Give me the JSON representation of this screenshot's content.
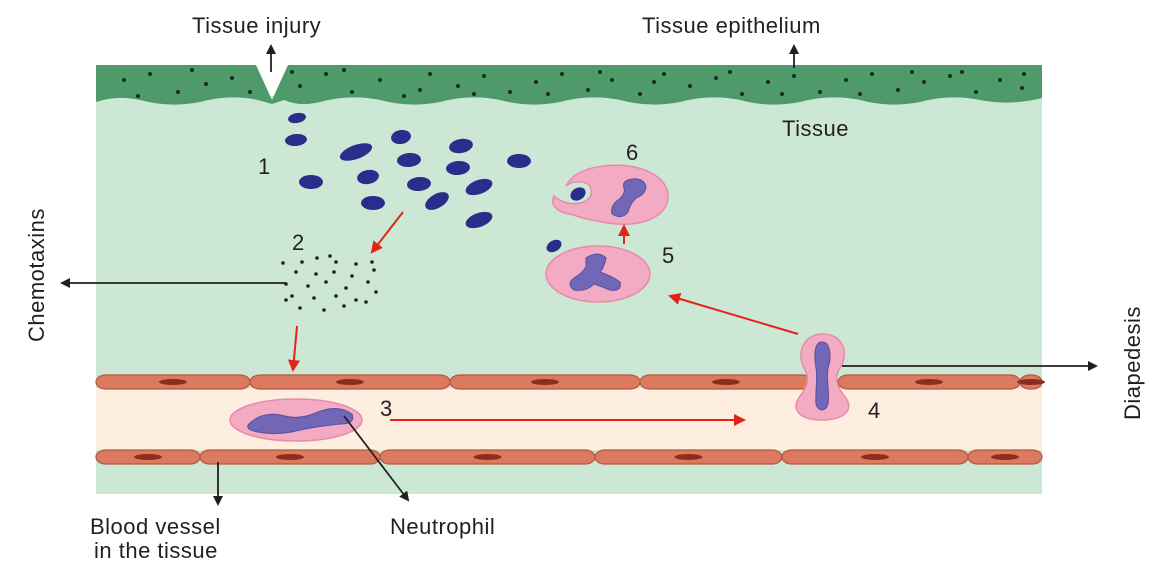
{
  "labels": {
    "tissue_injury": "Tissue injury",
    "tissue_epithelium": "Tissue epithelium",
    "tissue": "Tissue",
    "chemotaxins": "Chemotaxins",
    "diapedesis": "Diapedesis",
    "blood_vessel_line1": "Blood vessel",
    "blood_vessel_line2": "in the tissue",
    "neutrophil": "Neutrophil"
  },
  "steps": {
    "s1": "1",
    "s2": "2",
    "s3": "3",
    "s4": "4",
    "s5": "5",
    "s6": "6"
  },
  "colors": {
    "tissue": "#cce7d3",
    "epithelium": "#4f9a6b",
    "vessel_lumen": "#fdeee0",
    "endothelium": "#dc7a5f",
    "neutrophil_cytoplasm": "#f3aac3",
    "neutrophil_nucleus": "#7266b6",
    "bacteria": "#2a2d8c",
    "arrow_red": "#e2231a",
    "arrow_black": "#231f20"
  }
}
